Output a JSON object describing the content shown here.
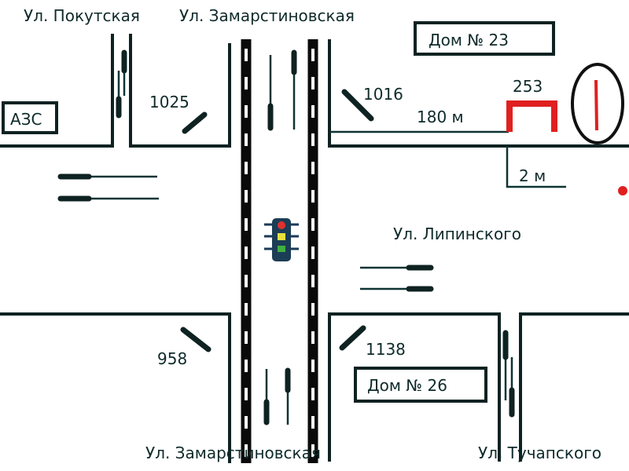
{
  "streets": {
    "pokutskaya": "Ул. Покутская",
    "zamarstynivska_top": "Ул. Замарстиновская",
    "zamarstynivska_bottom": "Ул. Замарстиновская",
    "lypynskoho": "Ул. Липинского",
    "tuchapskoho": "Ул. Тучапского"
  },
  "buildings": {
    "azs": "АЗС",
    "house_23": "Дом № 23",
    "house_26": "Дом № 26"
  },
  "markers": {
    "m1025": "1025",
    "m1016": "1016",
    "m958": "958",
    "m1138": "1138",
    "m253": "253"
  },
  "dimensions": {
    "distance_180": "180 м",
    "distance_2": "2 м"
  },
  "colors": {
    "highlight": "#e02020",
    "ink": "#0f2222"
  }
}
